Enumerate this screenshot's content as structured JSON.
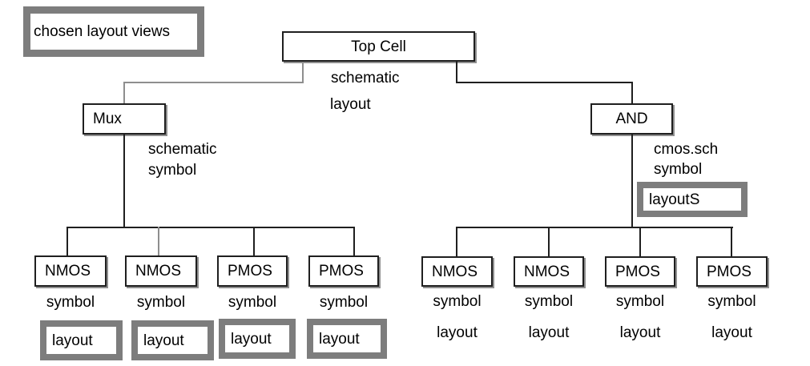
{
  "legend": "chosen layout views",
  "tree": {
    "root": {
      "label": "Top Cell",
      "views": [
        "schematic",
        "layout"
      ]
    },
    "mux": {
      "label": "Mux",
      "views": [
        "schematic",
        "symbol"
      ]
    },
    "and": {
      "label": "AND",
      "views": [
        "cmos.sch",
        "symbol"
      ],
      "highlighted_view": "layoutS"
    },
    "mux_children": [
      {
        "label": "NMOS",
        "view": "symbol",
        "highlighted_view": "layout"
      },
      {
        "label": "NMOS",
        "view": "symbol",
        "highlighted_view": "layout"
      },
      {
        "label": "PMOS",
        "view": "symbol",
        "highlighted_view": "layout"
      },
      {
        "label": "PMOS",
        "view": "symbol",
        "highlighted_view": "layout"
      }
    ],
    "and_children": [
      {
        "label": "NMOS",
        "views": [
          "symbol",
          "layout"
        ]
      },
      {
        "label": "NMOS",
        "views": [
          "symbol",
          "layout"
        ]
      },
      {
        "label": "PMOS",
        "views": [
          "symbol",
          "layout"
        ]
      },
      {
        "label": "PMOS",
        "views": [
          "symbol",
          "layout"
        ]
      }
    ]
  },
  "colors": {
    "highlight_border": "#7d7d7d",
    "line": "#1f1f1f",
    "gray_line": "#8e8e8e",
    "text": "#000000",
    "background": "#ffffff"
  }
}
